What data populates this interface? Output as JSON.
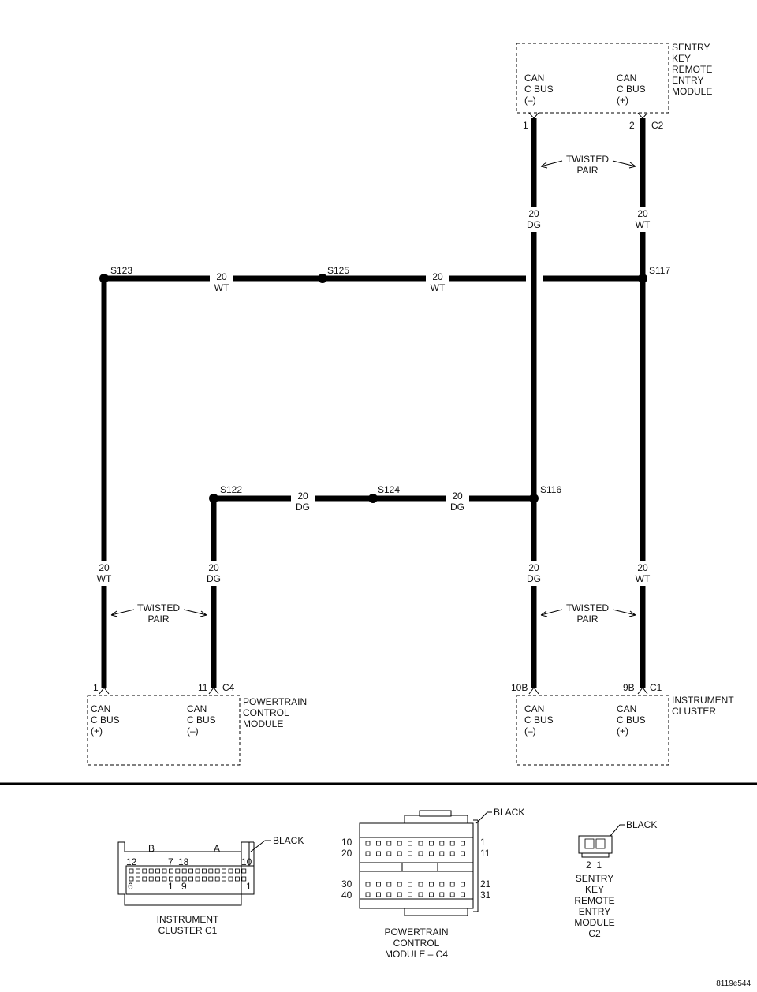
{
  "modules": {
    "skrem": {
      "name": [
        "SENTRY",
        "KEY",
        "REMOTE",
        "ENTRY",
        "MODULE"
      ],
      "left_label": [
        "CAN",
        "C BUS",
        "(–)"
      ],
      "right_label": [
        "CAN",
        "C BUS",
        "(+)"
      ],
      "pin_left": "1",
      "pin_right": "2",
      "connector": "C2"
    },
    "pcm": {
      "name": [
        "POWERTRAIN",
        "CONTROL",
        "MODULE"
      ],
      "left_label": [
        "CAN",
        "C BUS",
        "(+)"
      ],
      "right_label": [
        "CAN",
        "C BUS",
        "(–)"
      ],
      "pin_left": "1",
      "pin_right": "11",
      "connector": "C4"
    },
    "ic": {
      "name": [
        "INSTRUMENT",
        "CLUSTER"
      ],
      "left_label": [
        "CAN",
        "C BUS",
        "(–)"
      ],
      "right_label": [
        "CAN",
        "C BUS",
        "(+)"
      ],
      "pin_left": "10B",
      "pin_right": "9B",
      "connector": "C1"
    }
  },
  "twisted_pair": [
    "TWISTED",
    "PAIR"
  ],
  "wire_labels": {
    "skrem_dg": [
      "20",
      "DG"
    ],
    "skrem_wt": [
      "20",
      "WT"
    ],
    "top_left": [
      "20",
      "WT"
    ],
    "top_mid": [
      "20",
      "WT"
    ],
    "mid_left": [
      "20",
      "DG"
    ],
    "mid_mid": [
      "20",
      "DG"
    ],
    "pcm_wt": [
      "20",
      "WT"
    ],
    "pcm_dg": [
      "20",
      "DG"
    ],
    "ic_dg": [
      "20",
      "DG"
    ],
    "ic_wt": [
      "20",
      "WT"
    ]
  },
  "splices": {
    "s123": "S123",
    "s125": "S125",
    "s117": "S117",
    "s122": "S122",
    "s124": "S124",
    "s116": "S116"
  },
  "connector_views": {
    "ic_c1": {
      "caption": [
        "INSTRUMENT",
        "CLUSTER C1"
      ],
      "color_label": "BLACK",
      "row_a_label": "B",
      "row_b_label": "A",
      "pin_12": "12",
      "pin_7": "7",
      "pin_18": "18",
      "pin_10": "10",
      "pin_6": "6",
      "pin_1a": "1",
      "pin_9": "9",
      "pin_1b": "1"
    },
    "pcm_c4": {
      "caption": [
        "POWERTRAIN",
        "CONTROL",
        "MODULE – C4"
      ],
      "color_label": "BLACK",
      "pin_10": "10",
      "pin_20": "20",
      "pin_1": "1",
      "pin_11": "11",
      "pin_30": "30",
      "pin_40": "40",
      "pin_21": "21",
      "pin_31": "31"
    },
    "skrem_c2": {
      "caption": [
        "SENTRY",
        "KEY",
        "REMOTE",
        "ENTRY",
        "MODULE",
        "C2"
      ],
      "color_label": "BLACK",
      "pins": "2  1"
    }
  },
  "figure_id": "8119e544"
}
